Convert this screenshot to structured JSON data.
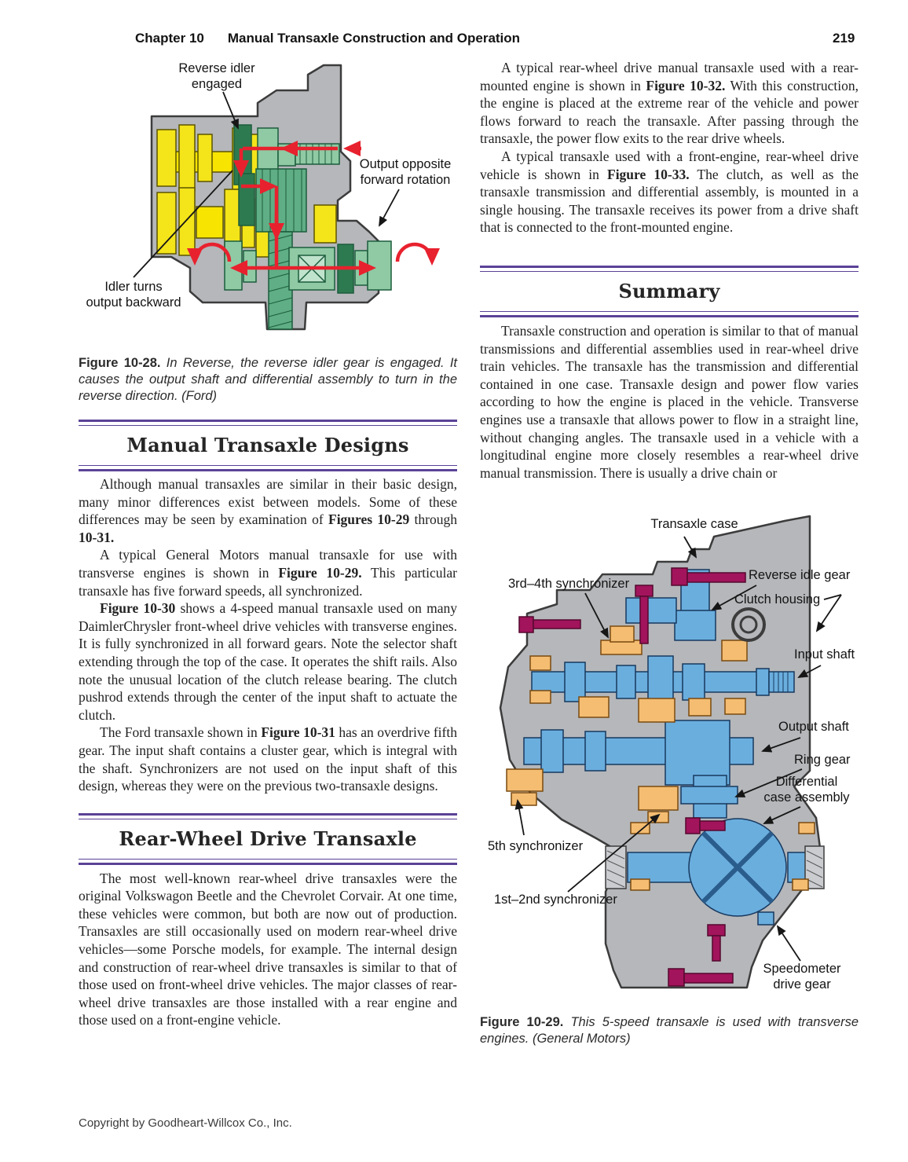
{
  "colors": {
    "accent_purple": "#5a4296",
    "case_gray": "#b5b7ba",
    "gear_yellow": "#f4e41a",
    "gear_green_light": "#8fcaa4",
    "gear_green_dark": "#2e7a50",
    "arrow_red": "#e8212e",
    "part_blue": "#6aaede",
    "part_orange": "#f4bd72",
    "bolt_magenta": "#a2145c"
  },
  "header": {
    "chapter": "Chapter 10",
    "title": "Manual Transaxle Construction and Operation",
    "page_number": "219"
  },
  "footer": {
    "copyright": "Copyright by Goodheart-Willcox Co., Inc."
  },
  "figure_10_28": {
    "labels": {
      "reverse_idler": "Reverse idler\nengaged",
      "output_opposite": "Output opposite\nforward rotation",
      "idler_turns": "Idler turns\noutput backward"
    },
    "caption_lead": "Figure 10-28.",
    "caption": " In Reverse, the reverse idler gear is engaged. It causes the output shaft and differential assembly to turn in the reverse direction. (Ford)"
  },
  "left_column": {
    "heading1": "Manual Transaxle Designs",
    "designs_paragraphs": [
      [
        {
          "t": "Although manual transaxles are similar in their basic design, many minor differences exist between models. Some of these differences may be seen by examination of "
        },
        {
          "t": "Figures 10-29",
          "b": true
        },
        {
          "t": " through "
        },
        {
          "t": "10-31.",
          "b": true
        }
      ],
      [
        {
          "t": "A typical General Motors manual transaxle for use with transverse engines is shown in "
        },
        {
          "t": "Figure 10-29.",
          "b": true
        },
        {
          "t": " This particular transaxle has five forward speeds, all synchronized."
        }
      ],
      [
        {
          "t": "Figure 10-30",
          "b": true
        },
        {
          "t": " shows a 4-speed manual transaxle used on many DaimlerChrysler front-wheel drive vehicles with transverse engines. It is fully synchronized in all forward gears. Note the selector shaft extending through the top of the case. It operates the shift rails. Also note the unusual location of the clutch release bearing. The clutch pushrod extends through the center of the input shaft to actuate the clutch."
        }
      ],
      [
        {
          "t": "The Ford transaxle shown in "
        },
        {
          "t": "Figure 10-31",
          "b": true
        },
        {
          "t": " has an overdrive fifth gear. The input shaft contains a cluster gear, which is integral with the shaft. Synchronizers are not used on the input shaft of this design, whereas they were on the previous two-transaxle designs."
        }
      ]
    ],
    "heading2": "Rear-Wheel Drive Transaxle",
    "rear_paragraphs": [
      [
        {
          "t": "The most well-known rear-wheel drive transaxles were the original Volkswagon Beetle and the Chevrolet Corvair. At one time, these vehicles were common, but both are now out of production. Transaxles are still occasionally used on modern rear-wheel drive vehicles—some Porsche models, for example. The internal design and construction of rear-wheel drive transaxles is similar to that of those used on front-wheel drive vehicles. The major classes of rear-wheel drive transaxles are those installed with a rear engine and those used on a front-engine vehicle."
        }
      ]
    ]
  },
  "right_column": {
    "intro_paragraphs": [
      [
        {
          "t": "A typical rear-wheel drive manual transaxle used with a rear-mounted engine is shown in "
        },
        {
          "t": "Figure 10-32.",
          "b": true
        },
        {
          "t": " With this construction, the engine is placed at the extreme rear of the vehicle and power flows forward to reach the transaxle. After passing through the transaxle, the power flow exits to the rear drive wheels."
        }
      ],
      [
        {
          "t": "A typical transaxle used with a front-engine, rear-wheel drive vehicle is shown in "
        },
        {
          "t": "Figure 10-33.",
          "b": true
        },
        {
          "t": " The clutch, as well as the transaxle transmission and differential assembly, is mounted in a single housing. The transaxle receives its power from a drive shaft that is connected to the front-mounted engine."
        }
      ]
    ],
    "summary_heading": "Summary",
    "summary_paragraphs": [
      [
        {
          "t": "Transaxle construction and operation is similar to that of manual transmissions and differential assemblies used in rear-wheel drive train vehicles. The transaxle has the transmission and differential contained in one case. Transaxle design and power flow varies according to how the engine is placed in the vehicle. Transverse engines use a transaxle that allows power to flow in a straight line, without changing angles. The transaxle used in a vehicle with a longitudinal engine more closely resembles a rear-wheel drive manual transmission. There is usually a drive chain or"
        }
      ]
    ]
  },
  "figure_10_29": {
    "labels": {
      "transaxle_case": "Transaxle case",
      "synchro_34": "3rd–4th synchronizer",
      "reverse_idle_gear": "Reverse idle gear",
      "clutch_housing": "Clutch housing",
      "input_shaft": "Input shaft",
      "output_shaft": "Output shaft",
      "ring_gear": "Ring gear",
      "diff_case": "Differential\ncase assembly",
      "synchro_5": "5th synchronizer",
      "synchro_12": "1st–2nd synchronizer",
      "speedo": "Speedometer\ndrive gear"
    },
    "caption_lead": "Figure 10-29.",
    "caption": " This 5-speed transaxle is used with transverse engines. (General Motors)"
  }
}
